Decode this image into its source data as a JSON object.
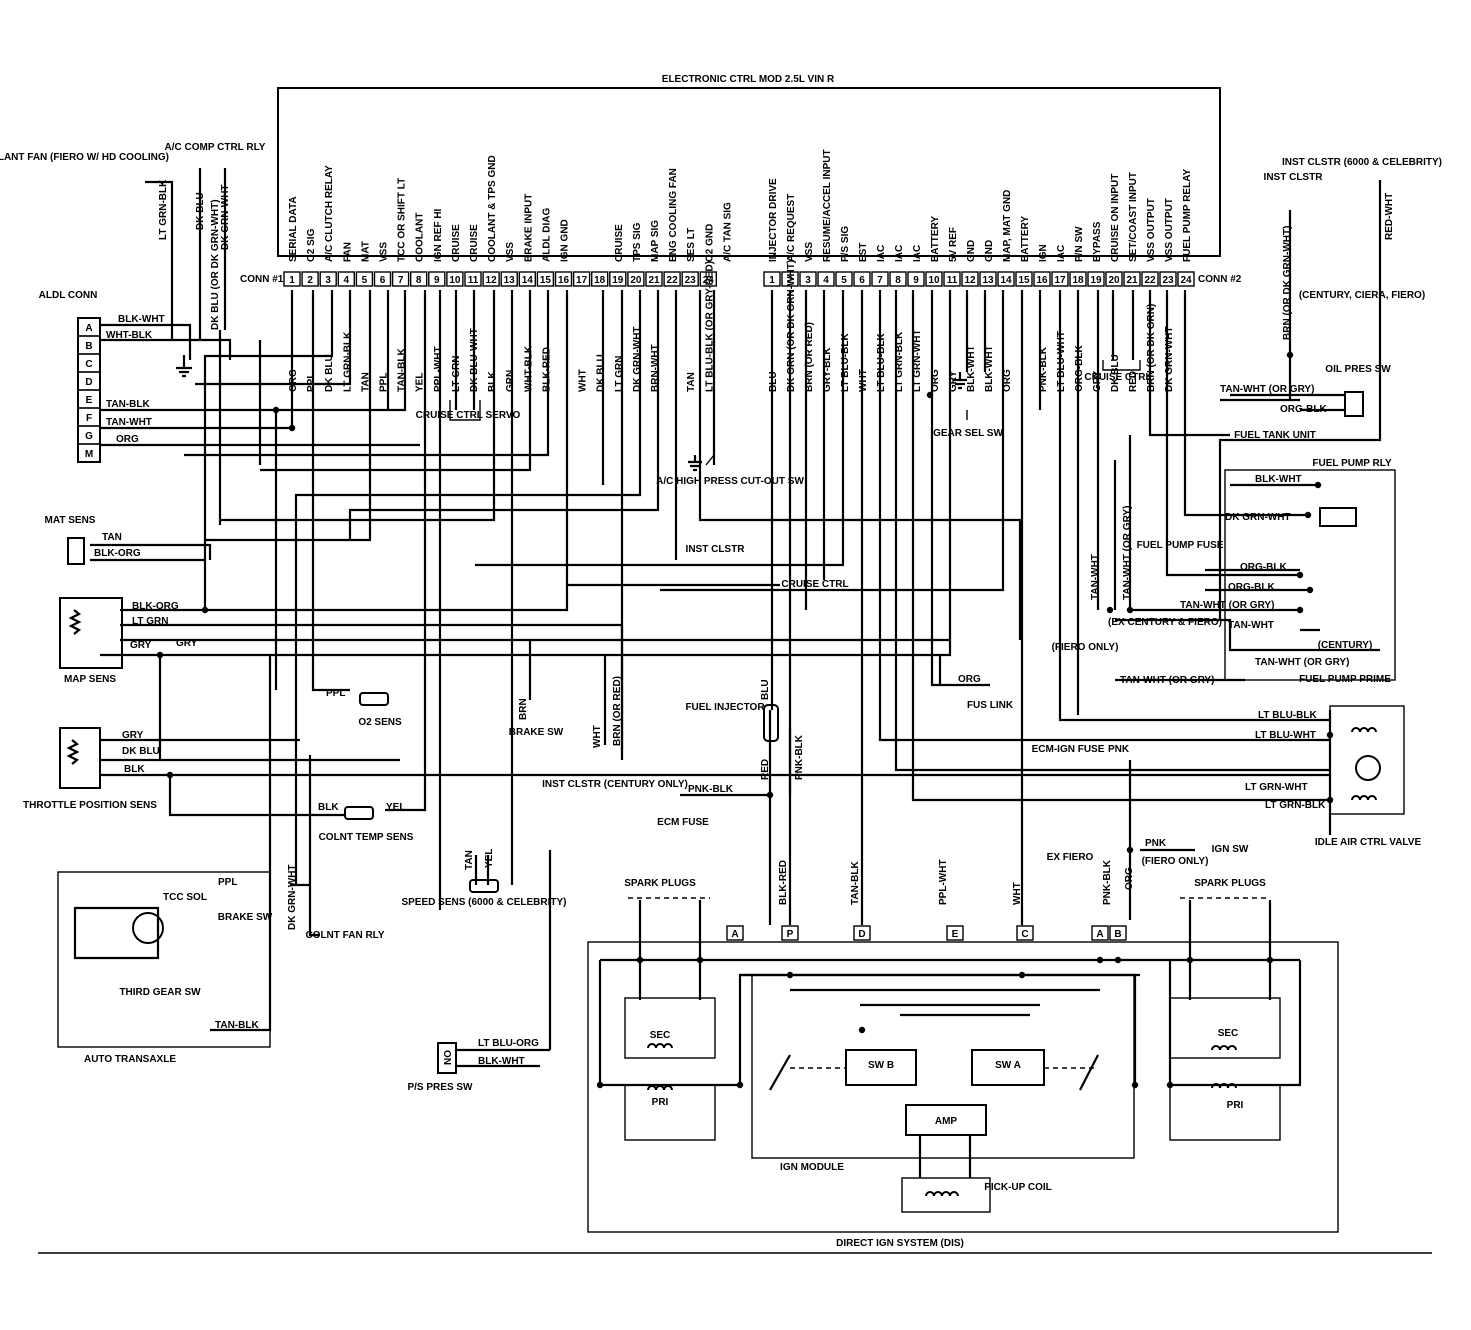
{
  "ecm": {
    "title": "ELECTRONIC CTRL MOD 2.5L VIN R",
    "conn1_label": "CONN #1",
    "conn2_label": "CONN #2",
    "conn1_functions": [
      "SERIAL DATA",
      "O2 SIG",
      "A/C CLUTCH RELAY",
      "FAN",
      "MAT",
      "VSS",
      "TCC OR SHIFT LT",
      "COOLANT",
      "IGN REF HI",
      "CRUISE",
      "CRUISE",
      "COOLANT & TPS GND",
      "VSS",
      "BRAKE INPUT",
      "ALDL DIAG",
      "IGN GND",
      "",
      "",
      "CRUISE",
      "TPS SIG",
      "MAP SIG",
      "ENG COOLING FAN",
      "SES LT",
      "O2 GND",
      "A/C TAN SIG"
    ],
    "conn2_functions": [
      "INJECTOR DRIVE",
      "A/C REQUEST",
      "VSS",
      "RESUME/ACCEL INPUT",
      "P/S SIG",
      "EST",
      "IAC",
      "IAC",
      "IAC",
      "BATTERY",
      "5V REF",
      "GND",
      "GND",
      "MAP, MAT GND",
      "BATTERY",
      "IGN",
      "IAC",
      "P/N SW",
      "BYPASS",
      "CRUISE ON INPUT",
      "SET/COAST INPUT",
      "VSS OUTPUT",
      "VSS OUTPUT",
      "FUEL PUMP RELAY"
    ],
    "conn1_pins": [
      "1",
      "2",
      "3",
      "4",
      "5",
      "6",
      "7",
      "8",
      "9",
      "10",
      "11",
      "12",
      "13",
      "14",
      "15",
      "16",
      "17",
      "18",
      "19",
      "20",
      "21",
      "22",
      "23",
      "24"
    ],
    "conn2_pins": [
      "1",
      "2",
      "3",
      "4",
      "5",
      "6",
      "7",
      "8",
      "9",
      "10",
      "11",
      "12",
      "13",
      "14",
      "15",
      "16",
      "17",
      "18",
      "19",
      "20",
      "21",
      "22",
      "23",
      "24"
    ],
    "conn1_wires": [
      "ORG",
      "PPL",
      "DK BLU",
      "LT GRN-BLK",
      "TAN",
      "PPL",
      "TAN-BLK",
      "YEL",
      "PPL-WHT",
      "LT GRN",
      "DK BLU-WHT",
      "BLK",
      "GRN",
      "WHT-BLK",
      "BLK-RED",
      "",
      "WHT",
      "DK BLU",
      "LT GRN",
      "DK GRN-WHT",
      "BRN-WHT",
      "",
      "TAN",
      "LT BLU-BLK (OR GRY-RED)"
    ],
    "conn2_wires": [
      "BLU",
      "DK GRN (OR DK GRN-WHT)",
      "BRN (OR RED)",
      "GRY-BLK",
      "LT BLU-BLK",
      "WHT",
      "LT BLU-BLK",
      "LT GRN-BLK",
      "LT GRN-WHT",
      "ORG",
      "GRY",
      "BLK-WHT",
      "BLK-WHT",
      "ORG",
      "",
      "PNK-BLK",
      "LT BLU-WHT",
      "ORG-BLK",
      "GRY",
      "DK BLU",
      "RED",
      "BRN (OR DK GRN)",
      "DK GRN-WHT",
      ""
    ]
  },
  "components": {
    "coolant_fan": "COOLANT FAN (FIERO W/ HD COOLING)",
    "ac_comp_ctrl_rly": "A/C COMP CTRL RLY",
    "aldl_conn": "ALDL CONN",
    "aldl_pins": [
      "A",
      "B",
      "C",
      "D",
      "E",
      "F",
      "G",
      "M"
    ],
    "cruise_ctrl_servo": "CRUISE CTRL SERVO",
    "ac_high_press_sw": "A/C HIGH PRESS CUT-OUT SW",
    "inst_clstr": "INST CLSTR",
    "cruise_ctrl": "CRUISE CTRL",
    "gear_sel_sw": "GEAR SEL SW",
    "mat_sens": "MAT SENS",
    "map_sens": "MAP SENS",
    "o2_sens": "O2 SENS",
    "throttle_position_sens": "THROTTLE POSITION SENS",
    "colnt_temp_sens": "COLNT TEMP SENS",
    "brake_sw": "BRAKE SW",
    "speed_sens": "SPEED SENS (6000 & CELEBRITY)",
    "inst_clstr_century": "INST CLSTR (CENTURY ONLY)",
    "fuel_injector": "FUEL INJECTOR",
    "fus_link": "FUS LINK",
    "ecm_ign_fuse": "ECM-IGN FUSE",
    "ecm_fuse": "ECM FUSE",
    "ign_sw": "IGN SW",
    "idle_air_ctrl_valve": "IDLE AIR CTRL VALVE",
    "oil_pres_sw": "OIL PRES SW",
    "fuel_tank_unit": "FUEL TANK UNIT",
    "fuel_pump_rly": "FUEL PUMP RLY",
    "fuel_pump_fuse": "FUEL PUMP FUSE",
    "fuel_pump_prime": "FUEL PUMP PRIME",
    "inst_clstr_right": "INST CLSTR",
    "inst_clstr_6000": "INST CLSTR (6000 & CELEBRITY)",
    "century_ciera_fiero": "(CENTURY, CIERA, FIERO)",
    "auto_transaxle": "AUTO TRANSAXLE",
    "tcc_sol": "TCC SOL",
    "third_gear_sw": "THIRD GEAR SW",
    "colnt_fan_rly": "COLNT FAN RLY",
    "ps_pres_sw": "P/S PRES SW",
    "spark_plugs": "SPARK PLUGS",
    "dis": "DIRECT IGN SYSTEM (DIS)",
    "ign_module": "IGN MODULE",
    "pickup_coil": "PICK-UP COIL",
    "sec": "SEC",
    "pri": "PRI",
    "sw_b": "SW B",
    "sw_a": "SW A",
    "amp": "AMP",
    "ex_fiero": "EX FIERO",
    "fiero_only": "(FIERO ONLY)",
    "ex_century_fiero": "(EX CENTURY & FIERO)",
    "century": "(CENTURY)",
    "fiero_only2": "(FIERO ONLY)",
    "dis_terminals": [
      "A",
      "P",
      "D",
      "E",
      "C",
      "A",
      "B"
    ]
  },
  "wire_labels": {
    "aldl_blk_wht": "BLK-WHT",
    "aldl_wht_blk": "WHT-BLK",
    "aldl_tan_blk": "TAN-BLK",
    "aldl_tan_wht": "TAN-WHT",
    "aldl_org": "ORG",
    "mat_tan": "TAN",
    "mat_blk_org": "BLK-ORG",
    "map_blk_org": "BLK-ORG",
    "map_lt_grn": "LT GRN",
    "map_gry": "GRY",
    "map_gry2": "GRY",
    "tps_gry": "GRY",
    "tps_dk_blu": "DK BLU",
    "tps_blk": "BLK",
    "o2_ppl": "PPL",
    "cts_blk": "BLK",
    "cts_yel": "YEL",
    "brake_brn": "BRN",
    "speed_tan": "TAN",
    "speed_yel": "YEL",
    "inst_wht": "WHT",
    "inst_brn": "BRN (OR RED)",
    "inj_blu": "BLU",
    "inj_red": "RED",
    "inj_pnk_blk": "PNK-BLK",
    "ecm_fuse_pnk_blk": "PNK-BLK",
    "fus_org": "ORG",
    "pnk": "PNK",
    "pnk2": "PNK",
    "iac_lt_blu_blk": "LT BLU-BLK",
    "iac_lt_blu_wht": "LT BLU-WHT",
    "iac_lt_grn_wht": "LT GRN-WHT",
    "iac_lt_grn_blk": "LT GRN-BLK",
    "oil_tan_wht": "TAN-WHT (OR GRY)",
    "oil_org_blk": "ORG-BLK",
    "fpr_blk_wht": "BLK-WHT",
    "fpr_dk_grn_wht": "DK GRN-WHT",
    "fpr_org_blk": "ORG-BLK",
    "fpr_org_blk2": "ORG-BLK",
    "fpr_tan_wht": "TAN-WHT (OR GRY)",
    "fpr_tan_wht2": "TAN-WHT",
    "fpr_tan_wht3": "TAN-WHT (OR GRY)",
    "fpr_tan_wht4": "TAN-WHT (OR GRY)",
    "tan_wht_v": "TAN-WHT",
    "tan_wht_or_gry_v": "TAN-WHT (OR GRY)",
    "brn_dk_grn_wht": "BRN (OR DK GRN-WHT)",
    "red_wht": "RED-WHT",
    "lt_grn_blk_v": "LT GRN-BLK",
    "dk_blu_ac": "DK BLU",
    "dk_grn_wht_ac": "DK GRN-WHT",
    "dk_blu_or_dk_grn_wht": "DK BLU (OR DK GRN-WHT)",
    "dk_grn_wht_colnt": "DK GRN-WHT",
    "tan_blk_trans": "TAN-BLK",
    "ppl_trans": "PPL",
    "ps_lt_blu_org": "LT BLU-ORG",
    "ps_blk_wht": "BLK-WHT",
    "ps_no": "NO",
    "dis_blk_red": "BLK-RED",
    "dis_tan_blk": "TAN-BLK",
    "dis_ppl_wht": "PPL-WHT",
    "dis_wht": "WHT",
    "dis_pnk_blk": "PNK-BLK",
    "dis_org": "ORG"
  }
}
